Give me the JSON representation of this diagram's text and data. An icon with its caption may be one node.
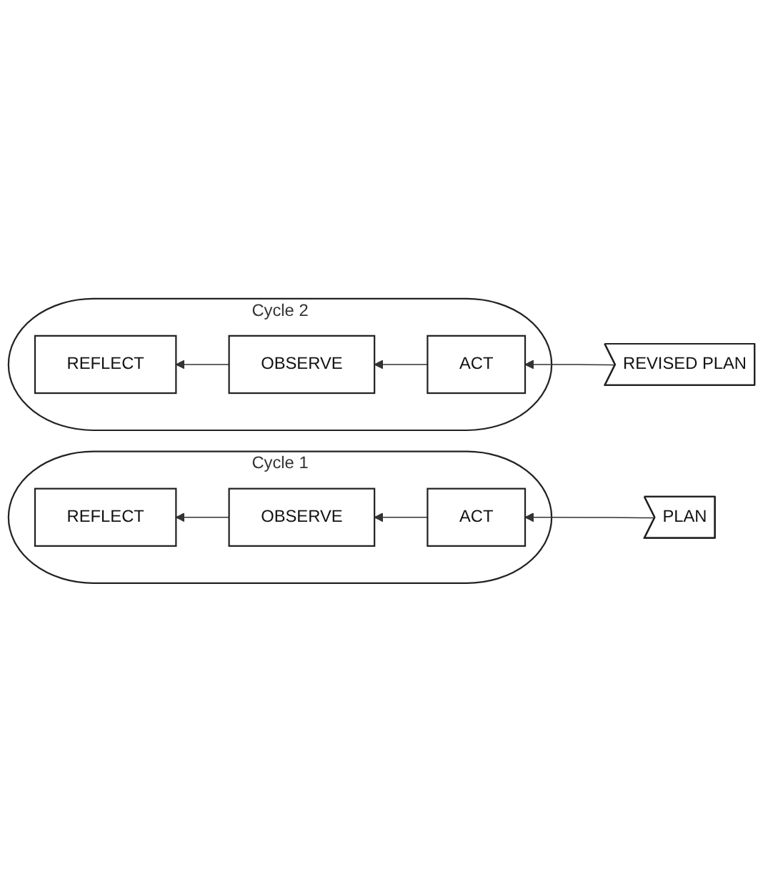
{
  "diagram": {
    "nodes": [
      {
        "text": [
          "Cycle 1"
        ]
      },
      {
        "text": [
          "PLAN"
        ]
      },
      {
        "text": [
          "REFLECT"
        ],
        "in": 0
      },
      {
        "text": [
          "OBSERVE"
        ],
        "in": 0
      },
      {
        "text": [
          "ACT"
        ],
        "in": 0
      },
      {
        "text": [
          "Cycle 2"
        ]
      },
      {
        "text": [
          "REVISED PLAN"
        ]
      },
      {
        "text": [
          "REFLECT"
        ],
        "in": 5
      },
      {
        "text": [
          "OBSERVE"
        ],
        "in": 5
      },
      {
        "text": [
          "ACT"
        ],
        "in": 5
      }
    ],
    "edges": [
      {
        "from": 1,
        "to": 4,
        "arrow": "to"
      },
      {
        "from": 4,
        "to": 3,
        "arrow": "to"
      },
      {
        "from": 3,
        "to": 2,
        "arrow": "to"
      },
      {
        "from": 6,
        "to": 9,
        "arrow": "to"
      },
      {
        "from": 9,
        "to": 8,
        "arrow": "to"
      },
      {
        "from": 8,
        "to": 7,
        "arrow": "to"
      }
    ]
  }
}
